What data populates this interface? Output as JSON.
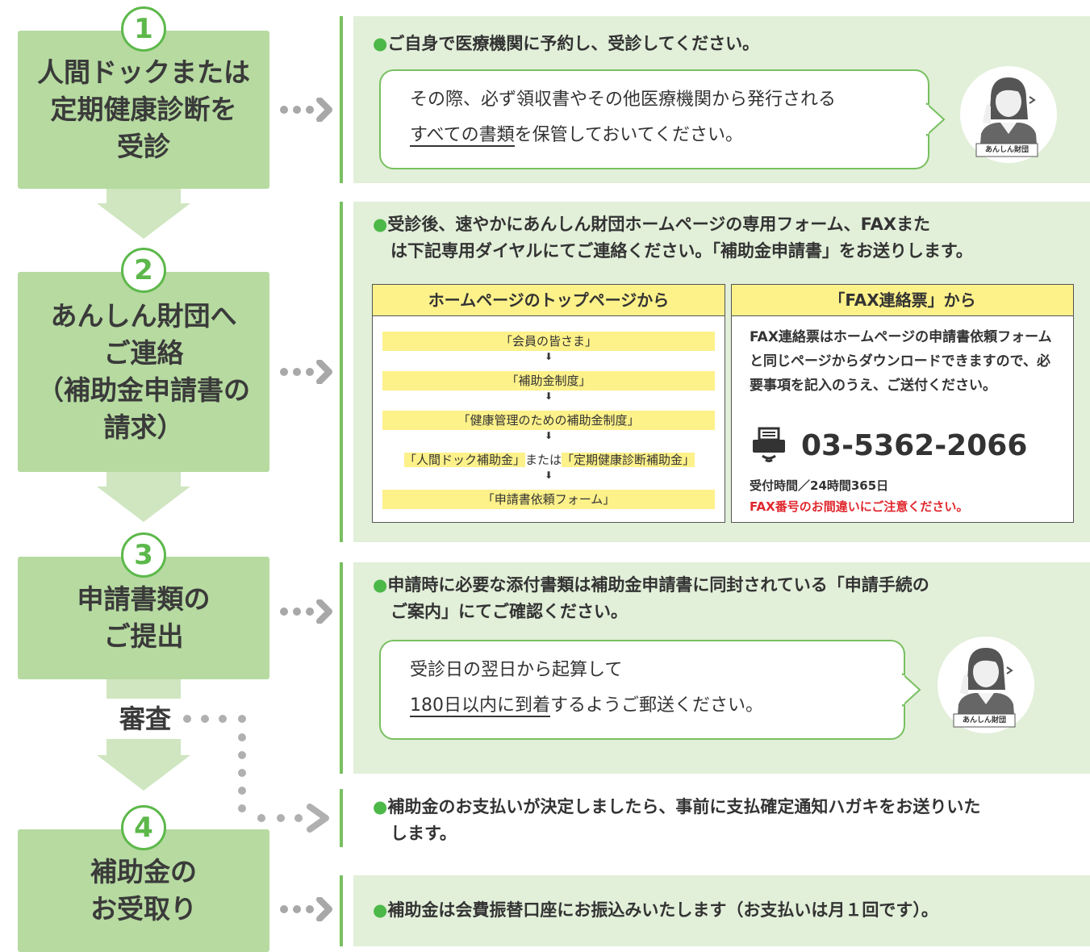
{
  "steps": [
    {
      "num": "1",
      "label": "人間ドックまたは\n定期健康診断を\n受診"
    },
    {
      "num": "2",
      "label": "あんしん財団へ\nご連絡\n（補助金申請書の\n請求）"
    },
    {
      "num": "3",
      "label": "申請書類の\nご提出"
    },
    {
      "num": "4",
      "label": "補助金の\nお受取り"
    }
  ],
  "review_label": "審査",
  "bullet": "●",
  "panel1": {
    "text": "ご自身で医療機関に予約し、受診してください。",
    "bubble_line1": "その際、必ず領収書やその他医療機関から発行される",
    "bubble_line2_underlined": "すべての書類",
    "bubble_line2_rest": "を保管しておいてください。",
    "avatar_label": "あんしん財団"
  },
  "panel2": {
    "text_line1": "受診後、速やかにあんしん財団ホームページの専用フォーム、FAXまた",
    "text_line2": "は下記専用ダイヤルにてご連絡ください。「補助金申請書」をお送りします。",
    "hp_title": "ホームページのトップページから",
    "hp_steps": [
      "「会員の皆さま」",
      "「補助金制度」",
      "「健康管理のための補助金制度」",
      "「申請書依頼フォーム」"
    ],
    "hp_step4a": "「人間ドック補助金」",
    "hp_or": "または",
    "hp_step4b": "「定期健康診断補助金」",
    "fax_title": "「FAX連絡票」から",
    "fax_body": "FAX連絡票はホームページの申請書依頼フォームと同じページからダウンロードできますので、必要事項を記入のうえ、ご送付ください。",
    "fax_number": "03-5362-2066",
    "fax_hours": "受付時間／24時間365日",
    "fax_warning": "FAX番号のお間違いにご注意ください。",
    "warning_color": "#e0282e"
  },
  "panel3": {
    "text_line1": "申請時に必要な添付書類は補助金申請書に同封されている「申請手続の",
    "text_line2": "ご案内」にてご確認ください。",
    "bubble_line1": "受診日の翌日から起算して",
    "bubble_line2_underlined": "180日以内に到着",
    "bubble_line2_rest": "するようご郵送ください。",
    "avatar_label": "あんしん財団"
  },
  "panel4": {
    "text_line1": "補助金のお支払いが決定しましたら、事前に支払確定通知ハガキをお送りいた",
    "text_line2": "します。"
  },
  "panel5": {
    "text": "補助金は会費振替口座にお振込みいたします（お支払いは月１回です）。"
  },
  "colors": {
    "step_bg": "#b6daa0",
    "accent_green": "#5cb84a",
    "panel_bg": "#e2efd9",
    "yellow": "#fdf18a"
  }
}
